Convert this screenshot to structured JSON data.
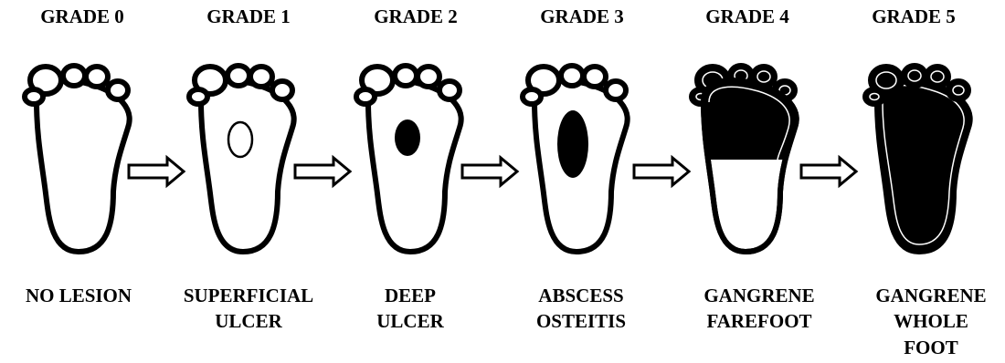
{
  "stages": [
    {
      "grade": "GRADE 0",
      "label_lines": [
        "NO LESION"
      ],
      "lesion": "none"
    },
    {
      "grade": "GRADE 1",
      "label_lines": [
        "SUPERFICIAL",
        "ULCER"
      ],
      "lesion": "superficial-ulcer"
    },
    {
      "grade": "GRADE 2",
      "label_lines": [
        "DEEP",
        "ULCER"
      ],
      "lesion": "deep-ulcer"
    },
    {
      "grade": "GRADE 3",
      "label_lines": [
        "ABSCESS",
        "OSTEITIS"
      ],
      "lesion": "abscess"
    },
    {
      "grade": "GRADE 4",
      "label_lines": [
        "GANGRENE",
        "FAREFOOT"
      ],
      "lesion": "forefoot-gangrene"
    },
    {
      "grade": "GRADE 5",
      "label_lines": [
        "GANGRENE",
        "WHOLE",
        "FOOT"
      ],
      "lesion": "whole-foot-gangrene"
    }
  ],
  "icons": {
    "foot": "foot-icon",
    "arrow": "right-arrow-icon"
  },
  "colors": {
    "ink": "#000000",
    "paper": "#ffffff"
  }
}
